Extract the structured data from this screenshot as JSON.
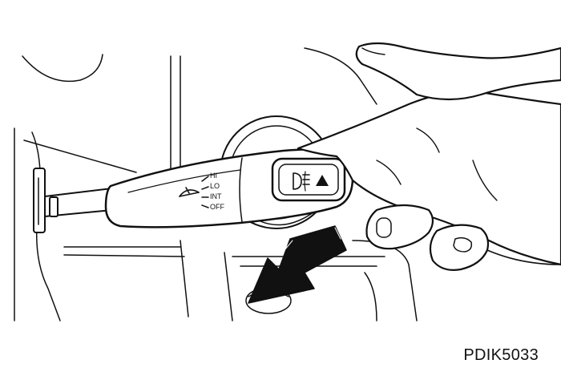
{
  "figure": {
    "id": "PDIK5033",
    "wiper_positions": [
      "HI",
      "LO",
      "INT",
      "OFF"
    ],
    "icons": {
      "wiper": "wiper-icon",
      "fog_light": "fog-light-icon",
      "switch_direction": "triangle-right-icon",
      "push_direction": "push-arrow-icon"
    }
  }
}
